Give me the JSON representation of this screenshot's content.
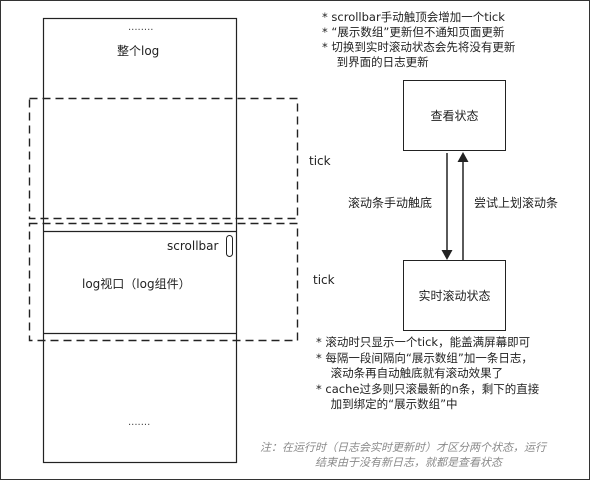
{
  "log_column": {
    "top_dots": "........",
    "title": "整个log",
    "viewport_label": "log视口（log组件）",
    "scrollbar_label": "scrollbar",
    "bottom_dots": "......."
  },
  "tick_labels": [
    "tick",
    "tick"
  ],
  "top_notes": [
    "*  scrollbar手动触顶会增加一个tick",
    "*  “展示数组”更新但不通知页面更新",
    "*  切换到实时滚动状态会先将没有更新",
    "    到界面的日志更新"
  ],
  "states": {
    "view_state": "查看状态",
    "realtime_state": "实时滚动状态",
    "to_realtime_label": "滚动条手动触底",
    "to_view_label": "尝试上划滚动条"
  },
  "bottom_notes": [
    "*  滚动时只显示一个tick，能盖满屏幕即可",
    "*  每隔一段间隔向“展示数组”加一条日志，",
    "    滚动条再自动触底就有滚动效果了",
    "*  cache过多则只滚最新的n条，剩下的直接",
    "    加到绑定的“展示数组”中"
  ],
  "footnote": [
    "注：在运行时（日志会实时更新时）才区分两个状态，运行",
    "结束由于没有新日志，就都是查看状态"
  ]
}
